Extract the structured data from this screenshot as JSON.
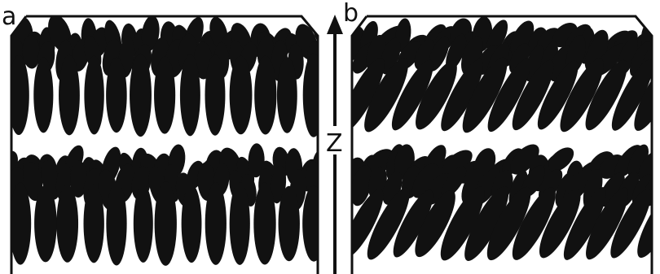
{
  "figure": {
    "panel_a_label": "a",
    "panel_b_label": "b",
    "axis_label": "Z",
    "colors": {
      "ink": "#111111",
      "background": "#ffffff"
    }
  }
}
